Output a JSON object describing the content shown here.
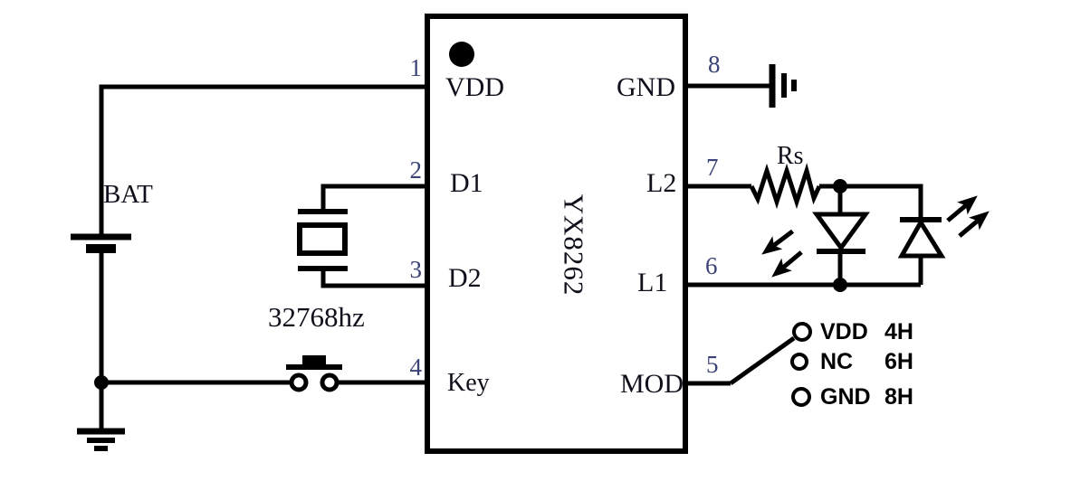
{
  "ic": {
    "name": "YX8262",
    "pins": {
      "p1": {
        "number": "1",
        "label": "VDD"
      },
      "p2": {
        "number": "2",
        "label": "D1"
      },
      "p3": {
        "number": "3",
        "label": "D2"
      },
      "p4": {
        "number": "4",
        "label": "Key"
      },
      "p5": {
        "number": "5",
        "label": "MOD"
      },
      "p6": {
        "number": "6",
        "label": "L1"
      },
      "p7": {
        "number": "7",
        "label": "L2"
      },
      "p8": {
        "number": "8",
        "label": "GND"
      }
    }
  },
  "components": {
    "battery": "BAT",
    "crystal": "32768hz",
    "resistor": "Rs"
  },
  "mod_options": [
    {
      "label": "VDD",
      "code": "4H"
    },
    {
      "label": "NC",
      "code": "6H"
    },
    {
      "label": "GND",
      "code": "8H"
    }
  ],
  "colors": {
    "line": "#000000",
    "pin_number": "#3b4377",
    "text": "#10101c",
    "background": "#ffffff"
  }
}
